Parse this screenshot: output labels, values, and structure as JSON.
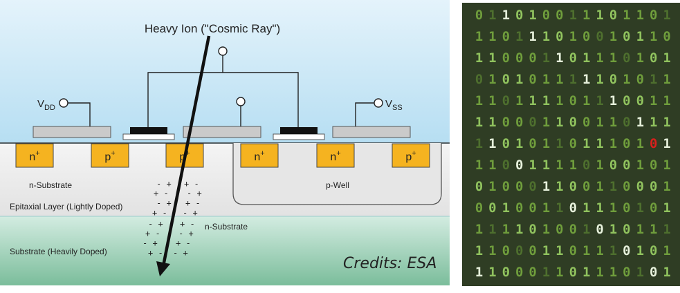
{
  "diagram": {
    "title": "Heavy Ion (\"Cosmic Ray\")",
    "vdd_label": {
      "main": "V",
      "sub": "DD"
    },
    "vss_label": {
      "main": "V",
      "sub": "SS"
    },
    "doping": [
      {
        "base": "n",
        "sup": "+"
      },
      {
        "base": "p",
        "sup": "+"
      },
      {
        "base": "p",
        "sup": "+"
      },
      {
        "base": "n",
        "sup": "+"
      },
      {
        "base": "n",
        "sup": "+"
      },
      {
        "base": "p",
        "sup": "+"
      }
    ],
    "labels": {
      "n_substrate": "n-Substrate",
      "p_well": "p-Well",
      "epitaxial": "Epitaxial Layer (Lightly Doped)",
      "n_substrate_track": "n-Substrate",
      "substrate": "Substrate (Heavily Doped)"
    },
    "colors": {
      "sky": "#bfe2f4",
      "silicon": "#e9e9e9",
      "substrate": "#86c2a2",
      "implant": "#f5b320",
      "gate": "#c8c8c8",
      "ion_track": "#111111",
      "binary_bg": "#2f3d24"
    }
  },
  "credits": "Credits: ESA",
  "binary": {
    "flipped_bit": {
      "row": 6,
      "col": 13
    },
    "rows": [
      "011010011101101",
      "110111010010110",
      "110001101110101",
      "010101111101011",
      "110111101110011",
      "110001100110111",
      "110101101110101",
      "110011110100101",
      "010001100110001",
      "001001101110101",
      "111101001010111",
      "110001101110101",
      "110001101110101"
    ]
  }
}
